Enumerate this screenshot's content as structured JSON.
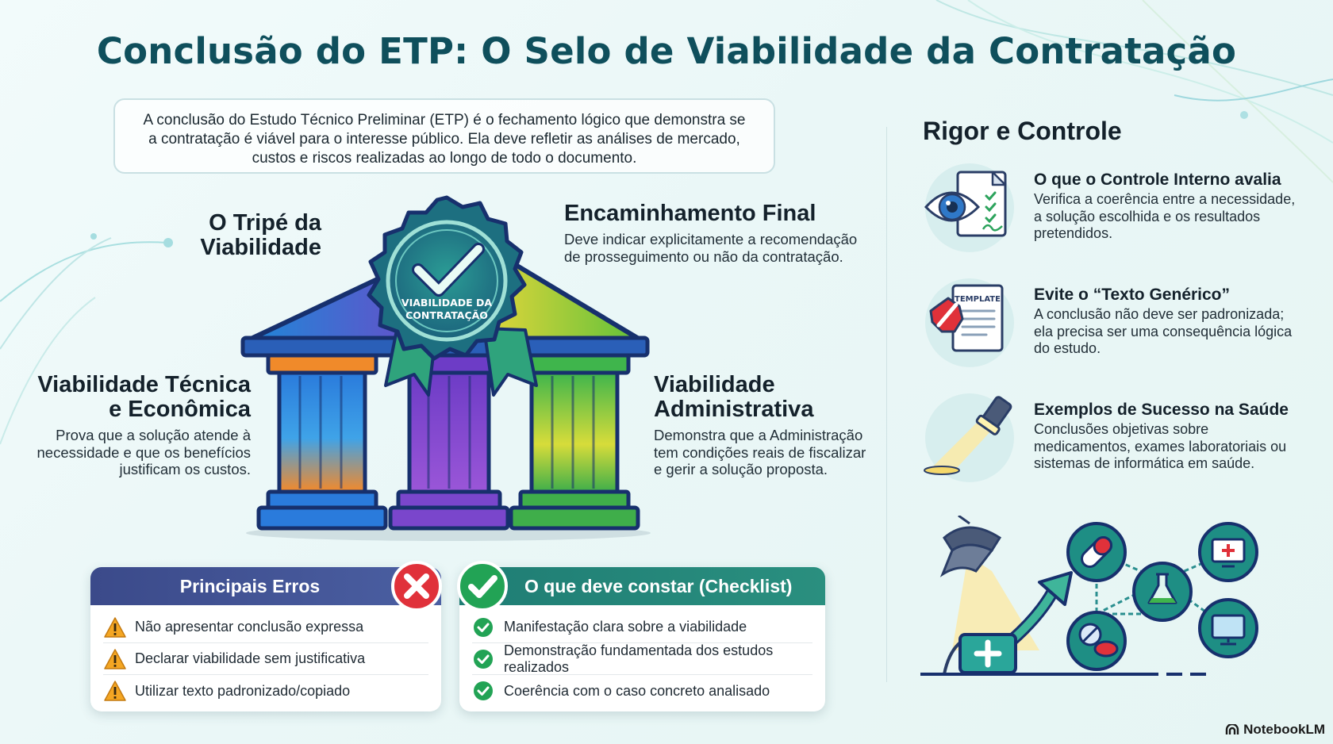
{
  "title": "Conclusão do ETP: O Selo de Viabilidade da Contratação",
  "intro": "A conclusão do Estudo Técnico Preliminar (ETP) é o fechamento lógico que demonstra se a contratação é viável para o interesse público. Ela deve refletir as análises de mercado, custos e riscos realizadas ao longo de todo o documento.",
  "tripe": {
    "title": "O Tripé da Viabilidade"
  },
  "encaminhamento": {
    "title": "Encaminhamento Final",
    "text": "Deve indicar explicitamente a recomendação de prosseguimento ou não da contratação."
  },
  "tecnica": {
    "title": "Viabilidade Técnica e Econômica",
    "text": "Prova que a solução atende à necessidade e que os benefícios justificam os custos."
  },
  "administrativa": {
    "title": "Viabilidade Administrativa",
    "text": "Demonstra que a Administração tem condições reais de fiscalizar e gerir a solução proposta."
  },
  "seal": {
    "line1": "VIABILIDADE DA",
    "line2": "CONTRATAÇÃO"
  },
  "errors": {
    "title": "Principais Erros",
    "items": [
      "Não apresentar conclusão expressa",
      "Declarar viabilidade sem justificativa",
      "Utilizar texto padronizado/copiado"
    ]
  },
  "checklist": {
    "title": "O que deve constar (Checklist)",
    "items": [
      "Manifestação clara sobre a viabilidade",
      "Demonstração fundamentada dos estudos realizados",
      "Coerência com o caso concreto analisado"
    ]
  },
  "rigor": {
    "title": "Rigor e Controle",
    "items": [
      {
        "title": "O que o Controle Interno avalia",
        "text": "Verifica a coerência entre a necessidade, a solução escolhida e os resultados pretendidos.",
        "icon": "eye-document-icon"
      },
      {
        "title": "Evite o “Texto Genérico”",
        "text": "A conclusão não deve ser padronizada; ela precisa ser uma consequência lógica do estudo.",
        "icon": "template-stop-icon",
        "label": "TEMPLATE"
      },
      {
        "title": "Exemplos de Sucesso na Saúde",
        "text": "Conclusões objetivas sobre medicamentos, exames laboratoriais ou sistemas de informática em saúde.",
        "icon": "spotlight-icon"
      }
    ]
  },
  "brand": "NotebookLM",
  "colors": {
    "title": "#0f4f5c",
    "errors_header": "#3b4a8a",
    "checklist_header": "#1f7d74",
    "error_badge": "#e0313a",
    "check_badge": "#22a355"
  }
}
